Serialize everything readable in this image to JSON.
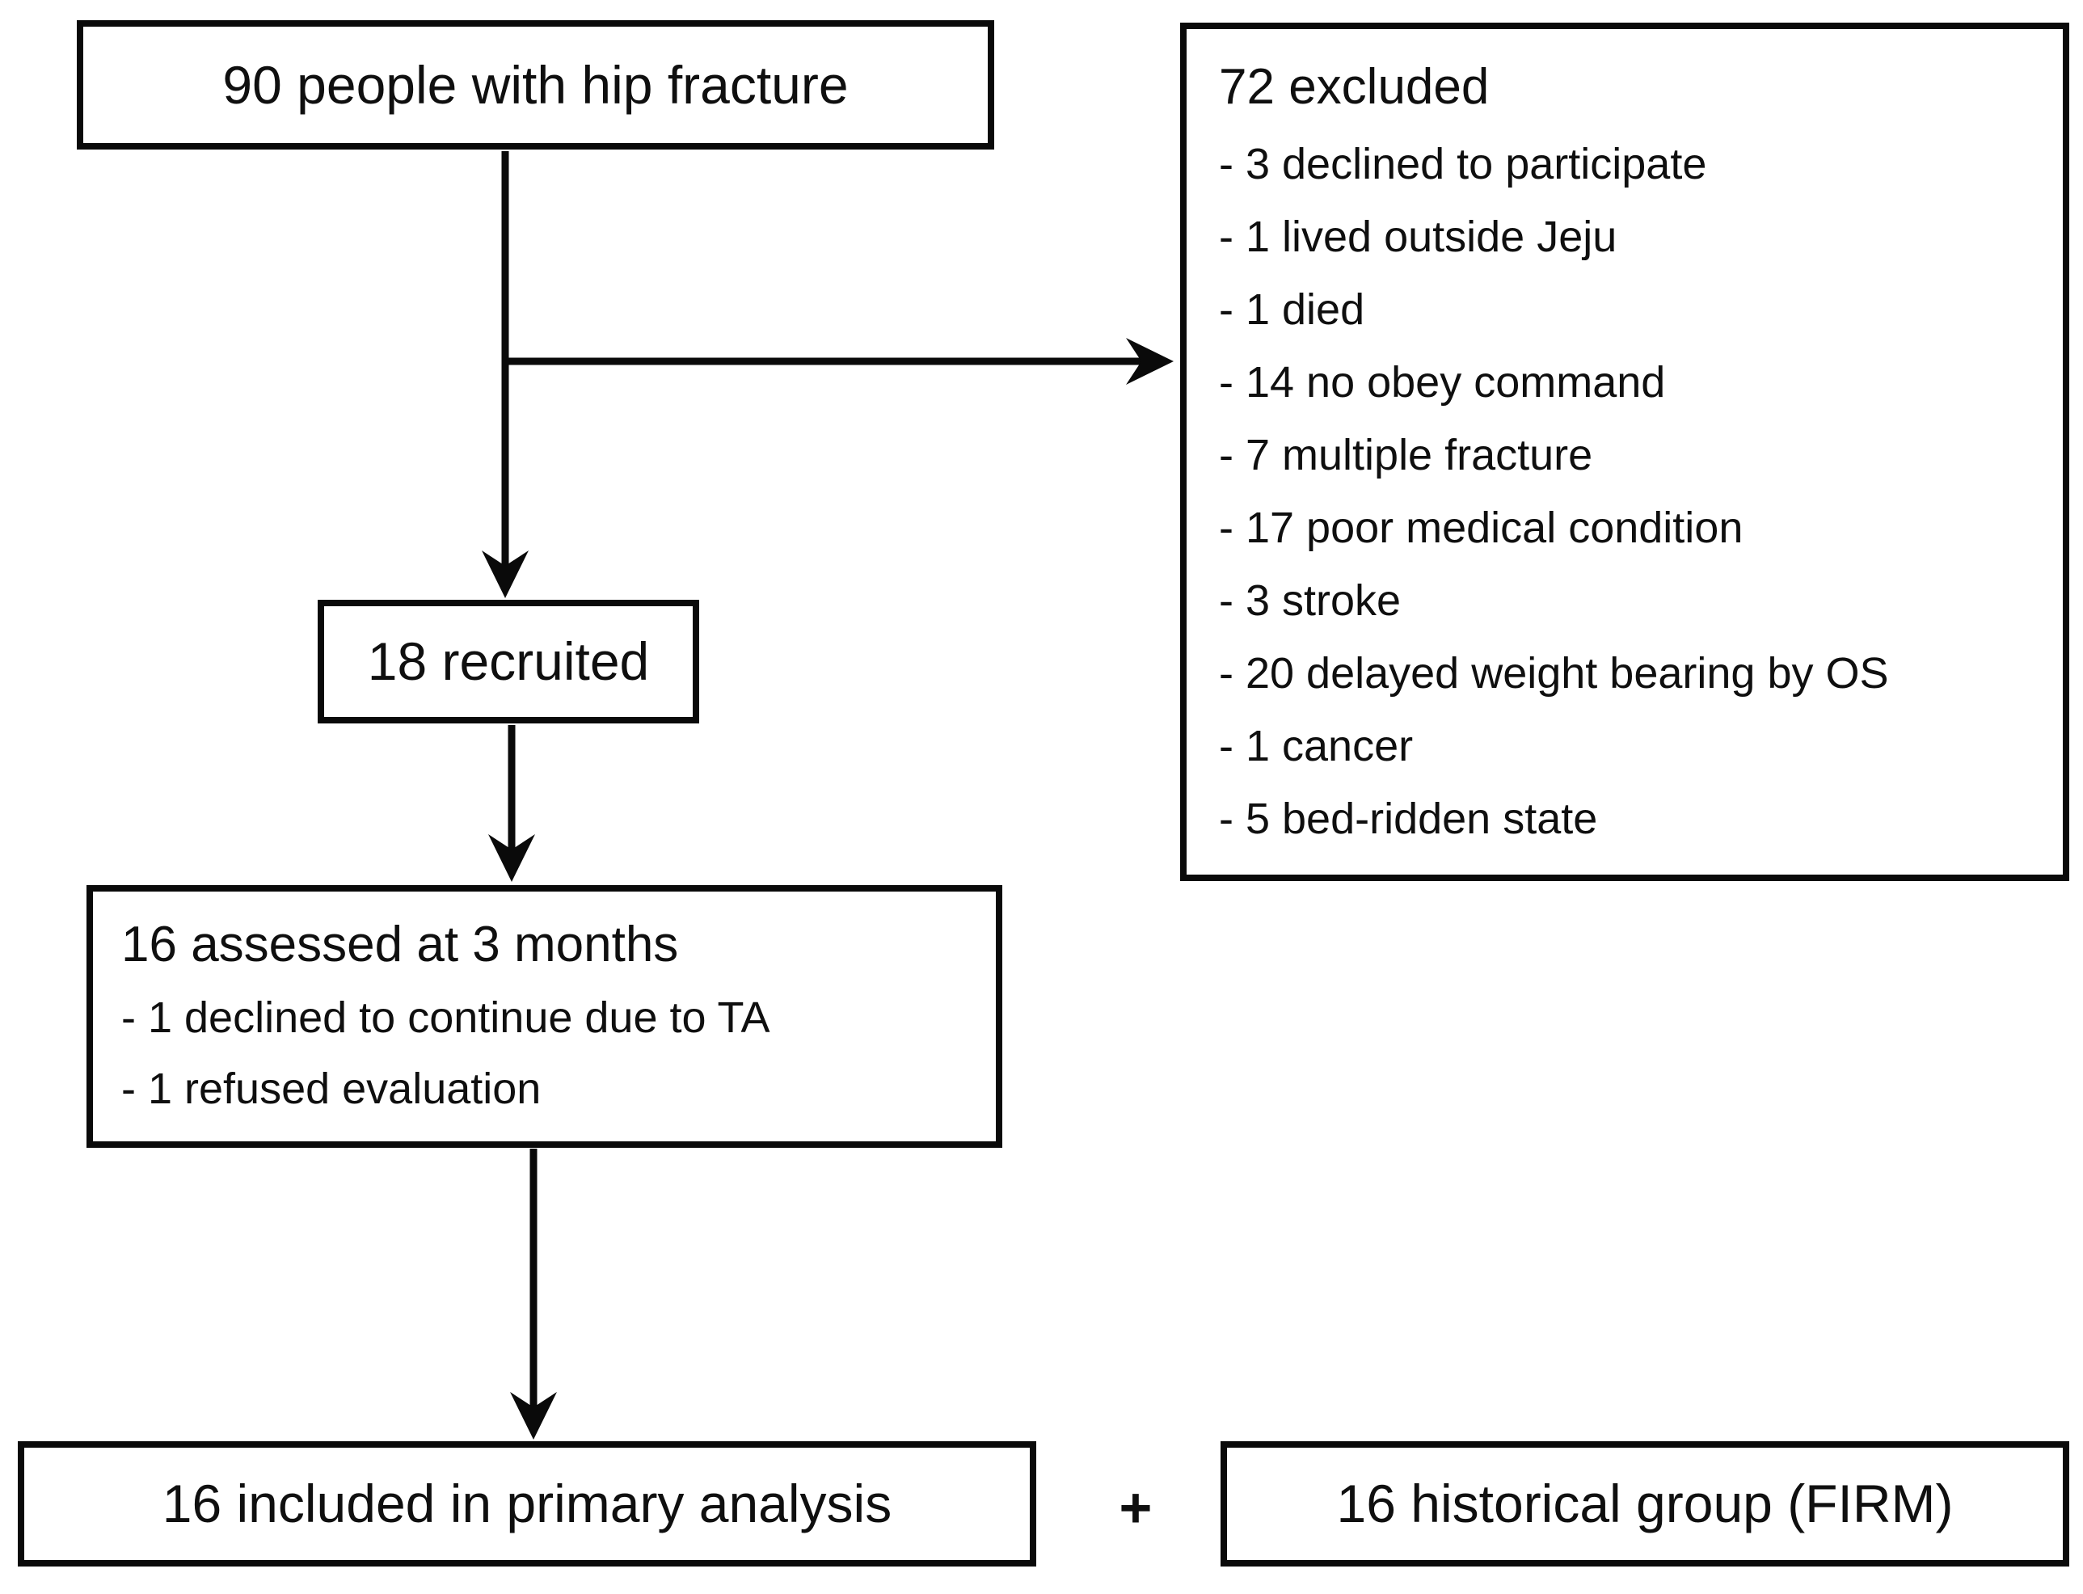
{
  "diagram": {
    "boxes": {
      "initial": {
        "label": "90 people with hip fracture"
      },
      "excluded": {
        "title": "72 excluded",
        "items": [
          "- 3 declined to participate",
          "- 1 lived outside Jeju",
          "- 1 died",
          "- 14 no obey command",
          "- 7 multiple fracture",
          "- 17 poor medical condition",
          "- 3 stroke",
          "- 20 delayed weight bearing by OS",
          "- 1 cancer",
          "- 5 bed-ridden state"
        ]
      },
      "recruited": {
        "label": "18 recruited"
      },
      "assessed": {
        "title": "16 assessed at 3 months",
        "items": [
          "- 1 declined to continue due to TA",
          "- 1 refused evaluation"
        ]
      },
      "primary": {
        "label": "16 included in primary analysis"
      },
      "historical": {
        "label": "16 historical group (FIRM)"
      }
    },
    "plus_sign": "+",
    "colors": {
      "border": "#0a0a0a",
      "text": "#0f0f0f",
      "background": "#ffffff"
    }
  }
}
